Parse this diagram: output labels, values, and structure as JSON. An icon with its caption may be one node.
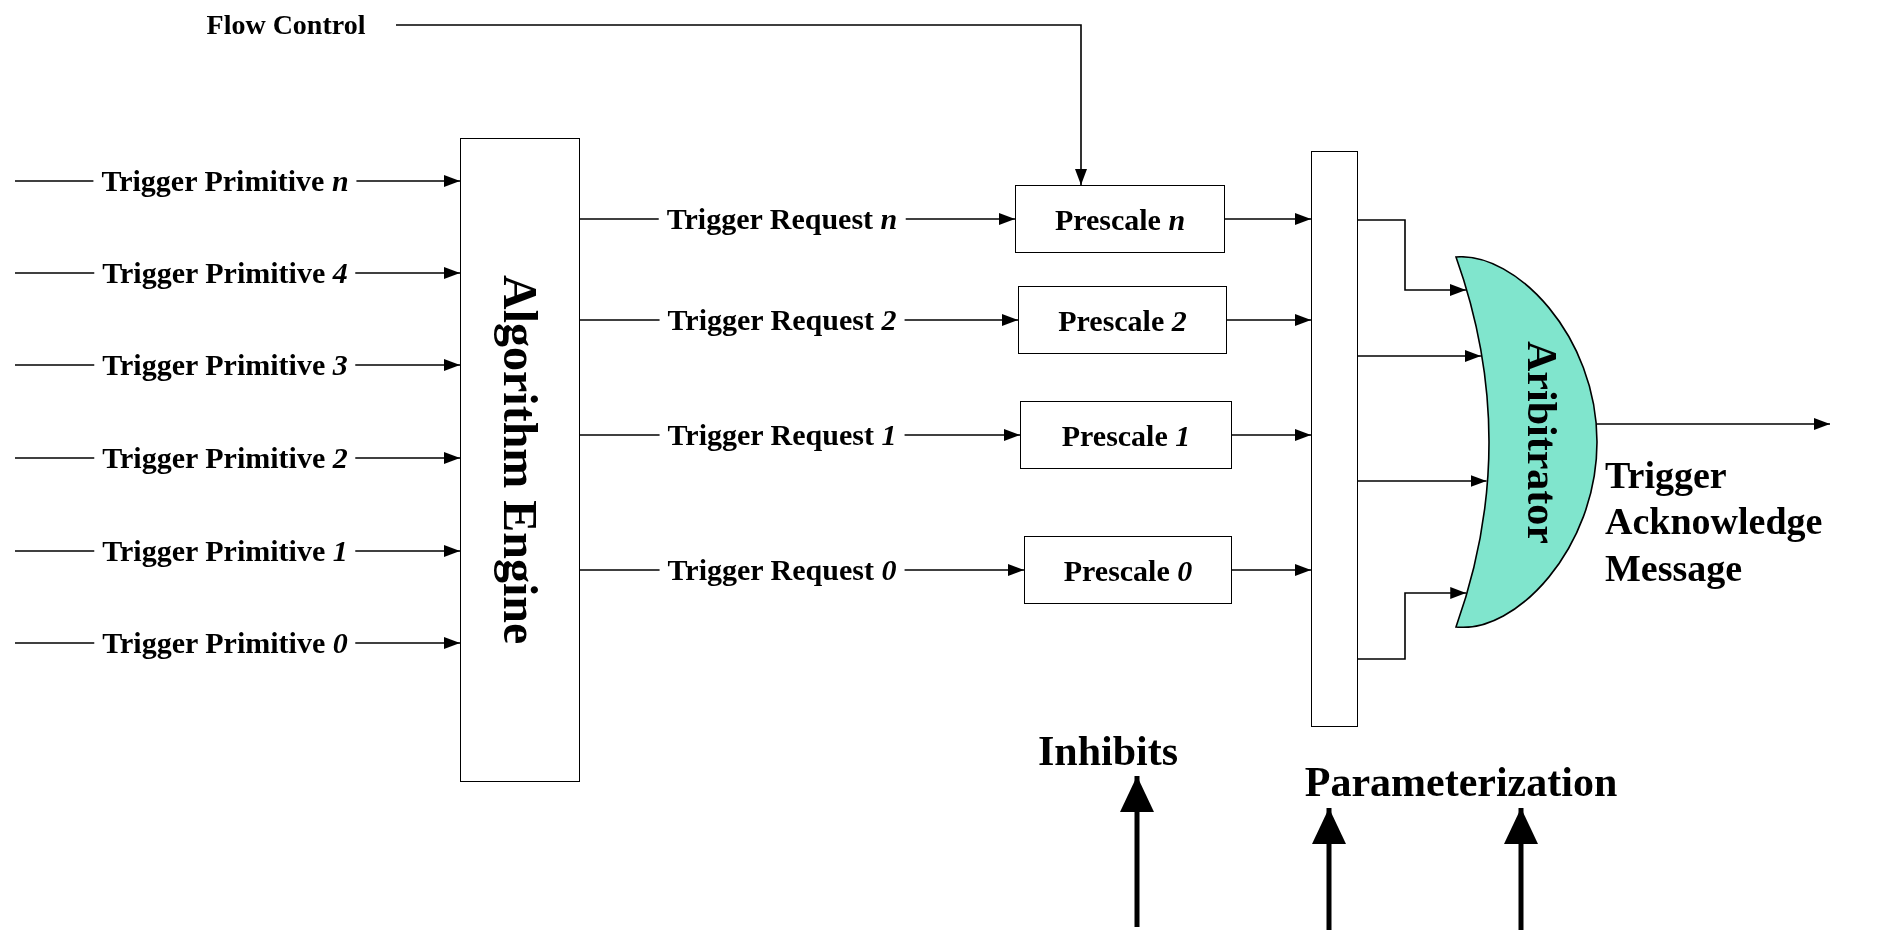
{
  "diagram": {
    "nodes": [
      {
        "text": [
          "Flow Control"
        ]
      },
      {
        "text": [
          "Algorithm Engine"
        ]
      },
      {
        "text": [
          "Prescale *n*"
        ]
      },
      {
        "text": [
          "Prescale *2*"
        ]
      },
      {
        "text": [
          "Prescale *1*"
        ]
      },
      {
        "text": [
          "Prescale *0*"
        ]
      },
      {
        "text": [],
        "shape": "box"
      },
      {
        "text": [
          "Aribitrator"
        ]
      },
      {
        "text": [
          "Inhibits"
        ]
      },
      {
        "text": [
          "Parameterization"
        ]
      }
    ],
    "edges": [
      {
        "from": null,
        "to": 1,
        "arrow": "to",
        "label": "Trigger Primitive *n*"
      },
      {
        "from": null,
        "to": 1,
        "arrow": "to",
        "label": "Trigger Primitive *4*"
      },
      {
        "from": null,
        "to": 1,
        "arrow": "to",
        "label": "Trigger Primitive *3*"
      },
      {
        "from": null,
        "to": 1,
        "arrow": "to",
        "label": "Trigger Primitive *2*"
      },
      {
        "from": null,
        "to": 1,
        "arrow": "to",
        "label": "Trigger Primitive *1*"
      },
      {
        "from": null,
        "to": 1,
        "arrow": "to",
        "label": "Trigger Primitive *0*"
      },
      {
        "from": 1,
        "to": 2,
        "arrow": "to",
        "label": "Trigger Request *n*"
      },
      {
        "from": 1,
        "to": 3,
        "arrow": "to",
        "label": "Trigger Request *2*"
      },
      {
        "from": 1,
        "to": 4,
        "arrow": "to",
        "label": "Trigger Request *1*"
      },
      {
        "from": 1,
        "to": 5,
        "arrow": "to",
        "label": "Trigger Request *0*"
      },
      {
        "from": 0,
        "to": 2,
        "arrow": "to"
      },
      {
        "from": 2,
        "to": 6,
        "arrow": "to"
      },
      {
        "from": 3,
        "to": 6,
        "arrow": "to"
      },
      {
        "from": 4,
        "to": 6,
        "arrow": "to"
      },
      {
        "from": 5,
        "to": 6,
        "arrow": "to"
      },
      {
        "from": 6,
        "to": 7,
        "arrow": "to"
      },
      {
        "from": 6,
        "to": 7,
        "arrow": "to"
      },
      {
        "from": 6,
        "to": 7,
        "arrow": "to"
      },
      {
        "from": 6,
        "to": 7,
        "arrow": "to"
      },
      {
        "from": 7,
        "to": null,
        "arrow": "to"
      },
      {
        "from": null,
        "to": 8,
        "arrow": "to",
        "style": "thick"
      },
      {
        "from": null,
        "to": 9,
        "arrow": "to",
        "style": "thick"
      },
      {
        "from": null,
        "to": 9,
        "arrow": "to",
        "style": "thick"
      }
    ],
    "labels": [
      "Trigger Acknowledge Message"
    ]
  }
}
